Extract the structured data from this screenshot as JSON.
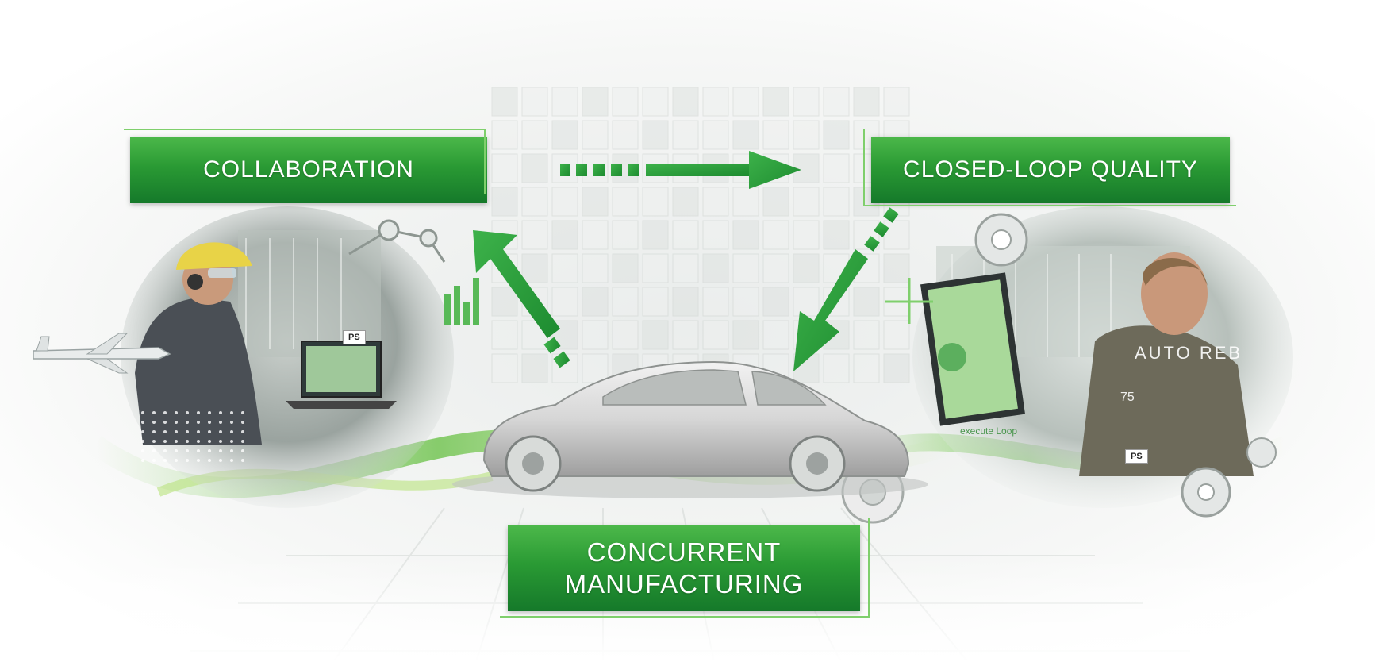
{
  "labels": {
    "collaboration": "COLLABORATION",
    "closed_loop_quality": "CLOSED-LOOP QUALITY",
    "concurrent_line1": "CONCURRENT",
    "concurrent_line2": "MANUFACTURING"
  },
  "hud_text": {
    "left_ps": "PS",
    "right_ps": "PS",
    "right_autoreb": "AUTO REB",
    "right_value": "75",
    "right_execute": "execute Loop"
  },
  "colors": {
    "brand_green": "#2a9a34",
    "light_green": "#7fcf6c",
    "dark_green": "#15792a"
  },
  "icons": [
    "arrow-right-icon",
    "arrow-up-left-icon",
    "arrow-down-left-icon",
    "airplane-icon",
    "gear-icon",
    "wheel-icon",
    "car-icon"
  ]
}
